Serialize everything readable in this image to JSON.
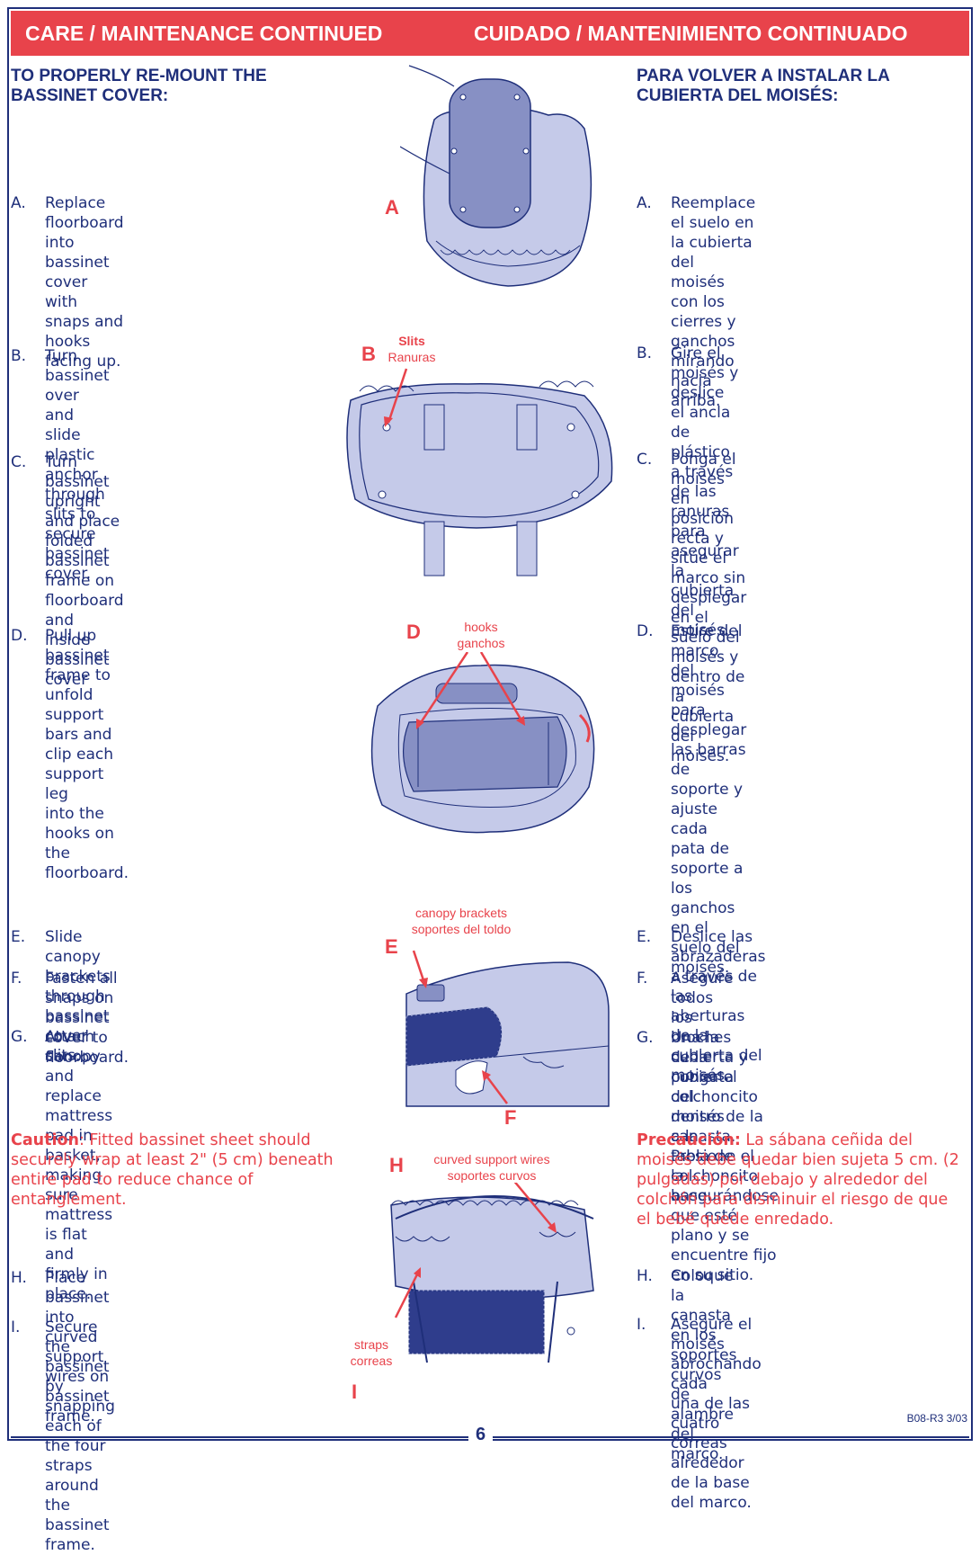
{
  "header": {
    "title_en": "CARE / MAINTENANCE CONTINUED",
    "title_es": "CUIDADO / MANTENIMIENTO CONTINUADO"
  },
  "left": {
    "heading_line1": "TO PROPERLY RE-MOUNT THE",
    "heading_line2": "BASSINET COVER:",
    "steps": [
      {
        "letter": "A.",
        "lines": [
          "Replace floorboard into bassinet cover",
          "with snaps and hooks facing up."
        ]
      },
      {
        "letter": "B.",
        "lines": [
          "Turn bassinet over and slide plastic",
          "anchor through slits to secure bassinet",
          "cover."
        ]
      },
      {
        "letter": "C.",
        "lines": [
          "Turn bassinet upright and place",
          "folded bassinet frame on floorboard",
          "and inside bassinet cover"
        ]
      },
      {
        "letter": "D.",
        "lines": [
          "Pull up bassinet frame to unfold",
          "support bars and clip each support leg",
          "into the hooks on the floorboard."
        ]
      },
      {
        "letter": "E.",
        "lines": [
          "Slide canopy brackets through bassinet",
          "cover slits."
        ]
      },
      {
        "letter": "F.",
        "lines": [
          "Fasten all snaps on bassinet cover to",
          "floorboard."
        ]
      },
      {
        "letter": "G.",
        "lines": [
          "Attach canopy and replace mattress",
          "pad in basket, making sure mattress",
          "is flat and firmly in place."
        ]
      },
      {
        "letter": "H.",
        "lines": [
          "Place bassinet into curved",
          "support wires on bassinet frame."
        ]
      },
      {
        "letter": "I.",
        "lines": [
          "Secure the bassinet by",
          "snapping each of the four straps",
          "around the bassinet frame."
        ]
      }
    ],
    "caution_label": "Caution",
    "caution_lines": [
      ":  Fitted bassinet sheet should",
      "securely wrap at least 2\" (5 cm) beneath",
      "entire pad to reduce chance of",
      "entanglement."
    ]
  },
  "right": {
    "heading_line1": "PARA VOLVER A INSTALAR LA",
    "heading_line2": "CUBIERTA DEL MOISÉS:",
    "steps": [
      {
        "letter": "A.",
        "lines": [
          "Reemplace el suelo en la cubierta del",
          "moisés con los cierres y ganchos",
          "mirando hacia arriba."
        ]
      },
      {
        "letter": "B.",
        "lines": [
          "Gire el moisés y deslice el ancla de",
          "plástico a través de las ranuras para",
          "asegurar la cubierta del moisés."
        ]
      },
      {
        "letter": "C.",
        "lines": [
          "Ponga el moisés en posición recta y",
          "sitúe el marco sin desplegar en el",
          "suelo del moisés y dentro de la",
          "cubierta del moisés."
        ]
      },
      {
        "letter": "D.",
        "lines": [
          "Estire del marco del moisés para",
          "desplegar las barras de soporte y",
          "ajuste cada pata de soporte a los",
          "ganchos en el suelo del moisés."
        ]
      },
      {
        "letter": "E.",
        "lines": [
          "Deslice las abrazaderas a través de las",
          "aberturas de la cubierta del moisés."
        ]
      },
      {
        "letter": "F.",
        "lines": [
          "Asegure todos los broches de la",
          "cubierta del moisés a la tabla de la",
          "base."
        ]
      },
      {
        "letter": "G.",
        "lines": [
          "Una la cubierta y ponga el colchoncito",
          "dentro de la canasta.  Presione el",
          "colchoncito asegurándose que esté",
          "plano y se encuentre fijo en su sitio."
        ]
      },
      {
        "letter": "H.",
        "lines": [
          "Coloque la canasta en los soportes",
          "curvos de alambre del marco."
        ]
      },
      {
        "letter": "I.",
        "lines": [
          "Asegure el moisés abrochando cada",
          "una de las cuatro correas alrededor",
          "de la base del marco."
        ]
      }
    ],
    "caution_label": "Precaución:",
    "caution_lines": [
      " La sábana ceñida del",
      "moisés debe quedar bien sujeta 5 cm. (2",
      "pulgadas) por debajo y alrededor del",
      "colchón para disminuir el riesgo de que",
      "el bebé quede enredado."
    ]
  },
  "figures": {
    "a": {
      "letter": "A"
    },
    "b": {
      "letter": "B",
      "label_en": "Slits",
      "label_es": "Ranuras"
    },
    "d": {
      "letter": "D",
      "label_en": "hooks",
      "label_es": "ganchos"
    },
    "e": {
      "letter": "E",
      "label_en": "canopy brackets",
      "label_es": "soportes del toldo"
    },
    "f": {
      "letter": "F"
    },
    "h": {
      "letter": "H",
      "label_en": "curved support wires",
      "label_es": "soportes curvos"
    },
    "i": {
      "letter": "I",
      "label_en": "straps",
      "label_es": "correas"
    }
  },
  "footer": {
    "page_number": "6",
    "code": "B08-R3 3/03"
  },
  "colors": {
    "navy": "#1f2f7a",
    "red": "#e8434b",
    "fabric": "#c5cae9",
    "board": "#8790c4"
  }
}
